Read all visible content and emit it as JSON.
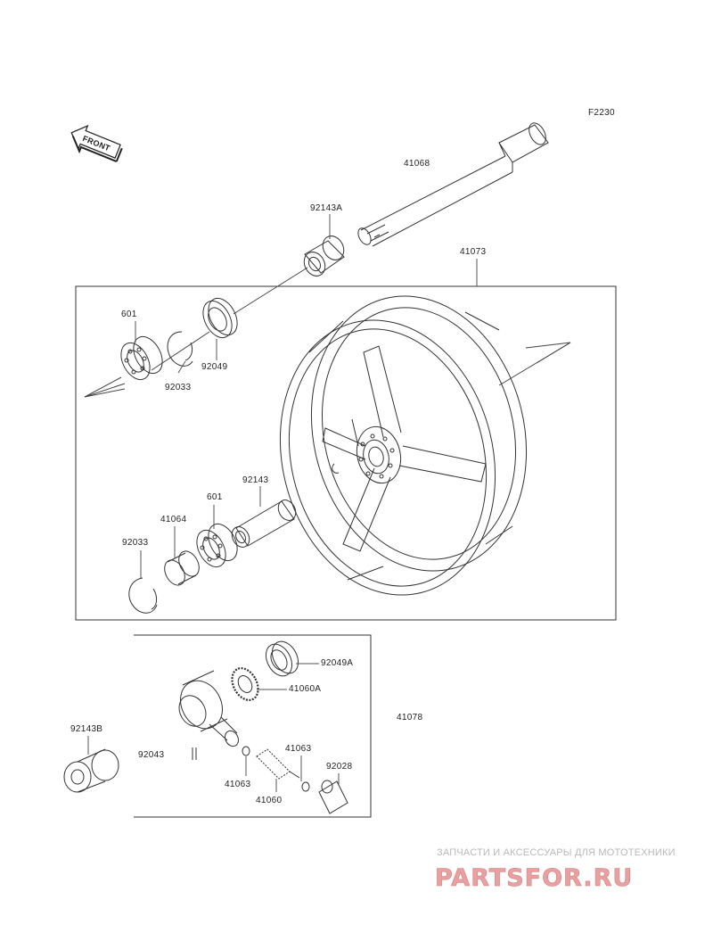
{
  "diagram_code": "F2230",
  "front_marker": "FRONT",
  "parts": {
    "p41068": "41068",
    "p92143A": "92143A",
    "p41073": "41073",
    "p601_top": "601",
    "p92033_top": "92033",
    "p92049": "92049",
    "p92143": "92143",
    "p601_bottom": "601",
    "p41064": "41064",
    "p92033_bottom": "92033",
    "p92049A": "92049A",
    "p41060A": "41060A",
    "p41078": "41078",
    "p92143B": "92143B",
    "p92043": "92043",
    "p41063_right": "41063",
    "p41063_left": "41063",
    "p92028": "92028",
    "p41060": "41060"
  },
  "watermark": {
    "tagline": "ЗАПЧАСТИ И АКСЕССУАРЫ ДЛЯ МОТОТЕХНИКИ",
    "brand": "PARTSFOR.RU",
    "color": "#e8a0a0"
  }
}
